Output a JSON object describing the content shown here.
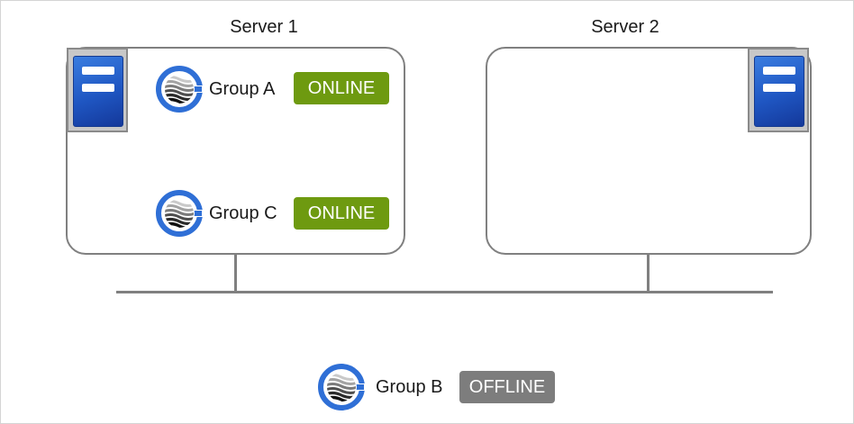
{
  "servers": [
    {
      "label": "Server 1"
    },
    {
      "label": "Server 2"
    }
  ],
  "groups": {
    "a": {
      "label": "Group A",
      "status": "ONLINE"
    },
    "c": {
      "label": "Group C",
      "status": "ONLINE"
    },
    "b": {
      "label": "Group B",
      "status": "OFFLINE"
    }
  },
  "colors": {
    "online": "#6e9a10",
    "offline": "#7d7d7d",
    "server_blue": "#1f56c2",
    "group_icon_blue": "#2f6fd6",
    "line": "#808080"
  },
  "icons": {
    "server": "server-icon",
    "group": "failover-group-icon"
  }
}
